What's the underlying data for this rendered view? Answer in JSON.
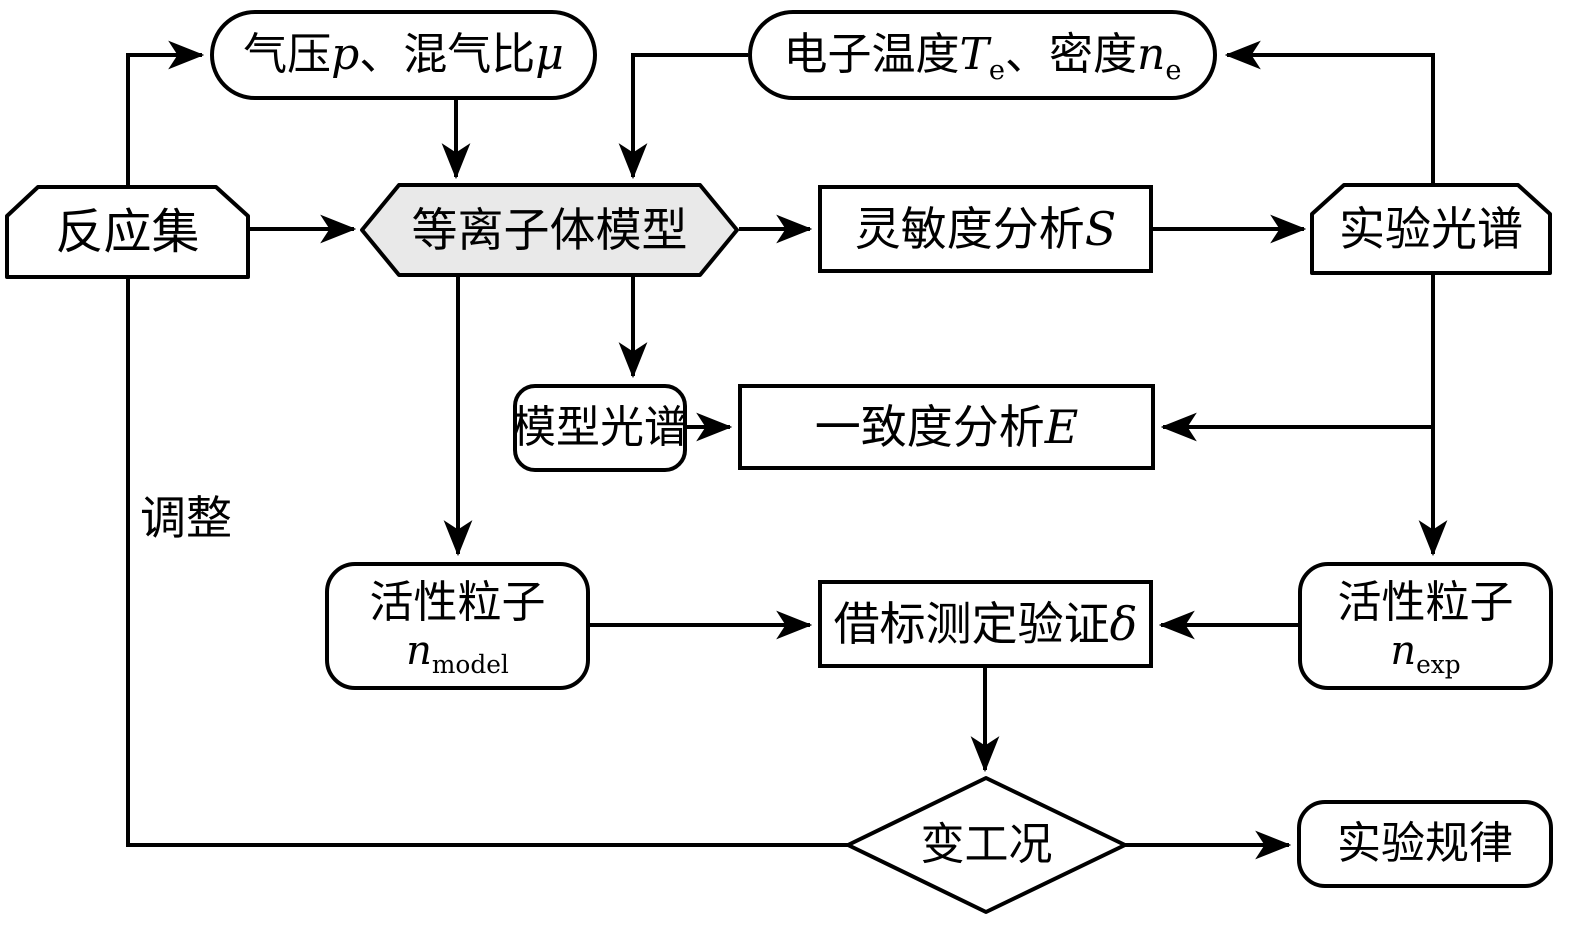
{
  "diagram": {
    "nodes": {
      "pressure": {
        "part1": "气压",
        "math1": "p",
        "part2": "、混气比",
        "math2": "μ"
      },
      "electron": {
        "part1": "电子温度",
        "math1": "T",
        "sub1": "e",
        "part2": "、密度",
        "math2": "n",
        "sub2": "e"
      },
      "reaction_set": {
        "label": "反应集"
      },
      "plasma_model": {
        "label": "等离子体模型"
      },
      "sensitivity": {
        "text": "灵敏度分析",
        "math": "S"
      },
      "exp_spectrum": {
        "label": "实验光谱"
      },
      "model_spectrum": {
        "label": "模型光谱"
      },
      "consistency": {
        "text": "一致度分析",
        "math": "E"
      },
      "n_model": {
        "text": "活性粒子",
        "math": "n",
        "sub": "model"
      },
      "calibration": {
        "text": "借标测定验证",
        "math": "δ"
      },
      "n_exp": {
        "text": "活性粒子",
        "math": "n",
        "sub": "exp"
      },
      "condition": {
        "label": "变工况"
      },
      "exp_law": {
        "label": "实验规律"
      },
      "adjust": {
        "label": "调整"
      }
    },
    "edges": [
      {
        "from": "condition",
        "to": "pressure",
        "via": "adjust feedback loop"
      },
      {
        "from": "pressure",
        "to": "plasma_model"
      },
      {
        "from": "electron",
        "to": "plasma_model"
      },
      {
        "from": "reaction_set",
        "to": "plasma_model"
      },
      {
        "from": "plasma_model",
        "to": "sensitivity"
      },
      {
        "from": "sensitivity",
        "to": "exp_spectrum"
      },
      {
        "from": "exp_spectrum",
        "to": "electron"
      },
      {
        "from": "exp_spectrum",
        "to": "consistency"
      },
      {
        "from": "exp_spectrum",
        "to": "n_exp"
      },
      {
        "from": "plasma_model",
        "to": "model_spectrum"
      },
      {
        "from": "plasma_model",
        "to": "n_model"
      },
      {
        "from": "model_spectrum",
        "to": "consistency"
      },
      {
        "from": "n_model",
        "to": "calibration"
      },
      {
        "from": "n_exp",
        "to": "calibration"
      },
      {
        "from": "calibration",
        "to": "condition"
      },
      {
        "from": "condition",
        "to": "exp_law"
      }
    ],
    "colors": {
      "stroke": "#000000",
      "hexagon_fill": "#e9e9e9",
      "node_fill": "#ffffff",
      "background": "#ffffff"
    }
  }
}
